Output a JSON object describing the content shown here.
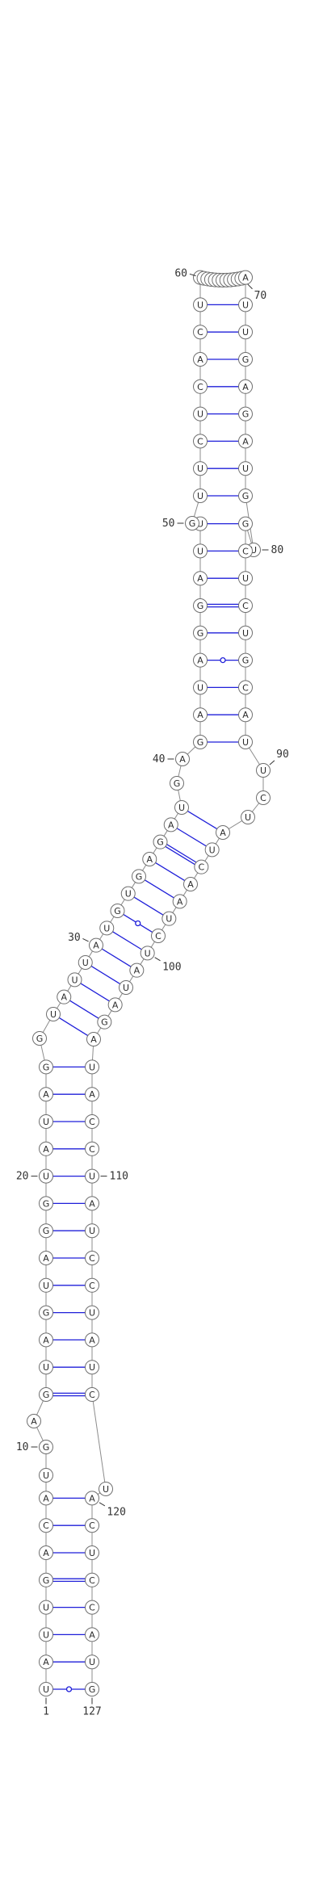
{
  "diagram": {
    "type": "rna-secondary-structure",
    "sequence": "UAUUGACAUGAGUAGUAGGUAUAGGUAUUAUGUGAGAUGAGAUAGGAUUGUUCUCACUCUGUCCAAUUGUAUUGAGAUGUGCUCUGCAUUCUAUCAAUCUAUAGAUACCUAUCCUAUCUACUCCAUG",
    "colors": {
      "backbone": "#8c8c8c",
      "base_pair": "#1f1fd9",
      "nucleotide_ring": "#6f6f6f"
    },
    "base_pairs": [
      [
        1,
        127
      ],
      [
        2,
        126
      ],
      [
        3,
        125
      ],
      [
        4,
        124
      ],
      [
        5,
        123
      ],
      [
        6,
        122
      ],
      [
        7,
        121
      ],
      [
        8,
        120
      ],
      [
        12,
        118
      ],
      [
        13,
        117
      ],
      [
        14,
        116
      ],
      [
        15,
        115
      ],
      [
        16,
        114
      ],
      [
        17,
        113
      ],
      [
        18,
        112
      ],
      [
        19,
        111
      ],
      [
        20,
        110
      ],
      [
        21,
        109
      ],
      [
        22,
        108
      ],
      [
        23,
        107
      ],
      [
        24,
        106
      ],
      [
        26,
        105
      ],
      [
        27,
        104
      ],
      [
        28,
        103
      ],
      [
        29,
        102
      ],
      [
        30,
        101
      ],
      [
        31,
        100
      ],
      [
        32,
        99
      ],
      [
        33,
        98
      ],
      [
        34,
        97
      ],
      [
        35,
        96
      ],
      [
        36,
        95
      ],
      [
        37,
        94
      ],
      [
        38,
        93
      ],
      [
        41,
        89
      ],
      [
        42,
        88
      ],
      [
        43,
        87
      ],
      [
        44,
        86
      ],
      [
        45,
        85
      ],
      [
        46,
        84
      ],
      [
        47,
        83
      ],
      [
        48,
        82
      ],
      [
        49,
        81
      ],
      [
        51,
        79
      ],
      [
        52,
        78
      ],
      [
        53,
        77
      ],
      [
        54,
        76
      ],
      [
        55,
        75
      ],
      [
        56,
        74
      ],
      [
        57,
        73
      ],
      [
        58,
        72
      ],
      [
        59,
        71
      ]
    ],
    "gu_pairs": [
      [
        1,
        127
      ],
      [
        32,
        99
      ],
      [
        44,
        86
      ]
    ],
    "labels": [
      {
        "n": 1,
        "text": "1"
      },
      {
        "n": 10,
        "text": "10"
      },
      {
        "n": 20,
        "text": "20"
      },
      {
        "n": 30,
        "text": "30"
      },
      {
        "n": 40,
        "text": "40"
      },
      {
        "n": 50,
        "text": "50"
      },
      {
        "n": 60,
        "text": "60"
      },
      {
        "n": 70,
        "text": "70"
      },
      {
        "n": 80,
        "text": "80"
      },
      {
        "n": 90,
        "text": "90"
      },
      {
        "n": 100,
        "text": "100"
      },
      {
        "n": 110,
        "text": "110"
      },
      {
        "n": 120,
        "text": "120"
      },
      {
        "n": 127,
        "text": "127"
      }
    ]
  }
}
